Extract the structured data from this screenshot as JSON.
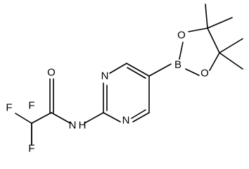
{
  "molecule": {
    "atoms": {
      "f_top": "F",
      "f_left": "F",
      "f_bottom": "F",
      "o_carbonyl": "O",
      "n_amide": "N",
      "h_amide": "H",
      "n_ring_top": "N",
      "n_ring_bottom": "N",
      "b_boron": "B",
      "o_boronate_top": "O",
      "o_boronate_bottom": "O"
    }
  },
  "colors": {
    "bond": "#000000",
    "text": "#000000",
    "background": "#ffffff"
  }
}
